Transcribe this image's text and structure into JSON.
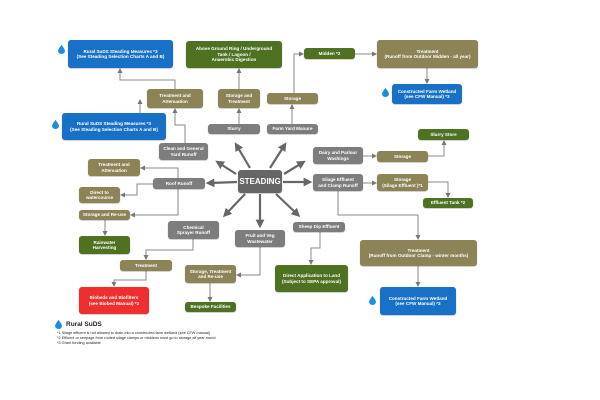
{
  "center": "STEADING",
  "nodes": {
    "suds_top": "Rural SuDS Steading Measures *3\n(See Steading Selection Charts A and B)",
    "above_ground": "Above Ground Ring / Underground\nTank / Lagoon /\nAnaerobic Digestion",
    "midden": "Midden *2",
    "treatment_midden": "Treatment\n(Runoff from Outdoor Midden - all year)",
    "cfw_top": "Constructed Farm Wetland\n(see CFW Manual) *3",
    "treat_att_top": "Treatment and\nAttenuation",
    "storage_treatment": "Storage and\nTreatment",
    "storage_fym": "Storage",
    "slurry": "Slurry",
    "fym": "Farm Yard Manure",
    "suds_mid": "Rural SuDS Steading Measures *3\n(See Steading Selection Charts A and B)",
    "clean_yard": "Clean and General\nYard Runoff",
    "dairy": "Dairy and Parlour\nWashings",
    "storage_dairy": "Storage",
    "slurry_store": "Slurry Store",
    "treat_att_left": "Treatment and\nAttenuation",
    "roof": "Roof Runoff",
    "silage": "Silage Effluent\nand Clamp Runoff",
    "storage_silage": "Storage\n(Silage Effluent )*1",
    "effluent_tank": "Effluent Tank *2",
    "direct_water": "Direct to\nwatercourse",
    "storage_reuse": "Storage and Re-use",
    "chemical": "Chemical\nSprayer Runoff",
    "fruit": "Fruit and Veg\nWastewater",
    "sheep": "Sheep Dip Effluent",
    "rainwater": "Rainwater\nHarvesting",
    "treatment_clamp": "Treatment\n(Runoff  from Outdoor Clamp - winter months)",
    "treatment_chem": "Treatment",
    "str": "Storage, Treatment\nand Re-use",
    "direct_land": "Direct Application to Land\n(Subject to SEPA approval)",
    "biobeds": "Biobeds and Biofilters\n(see Biobed Manual) *3",
    "bespoke": "Bespoke Facilities",
    "cfw_bottom": "Constructed Farm Wetland\n(see CFW Manual) *3"
  },
  "legend": {
    "title": "Rural SuDS",
    "notes": [
      "*1 Silage effluent is not allowed to drain into a constructed farm wetland (see CFW manual)",
      "*2 Effluent or seepage from roofed silage clamps or middens must go to storage all year round",
      "*3 Grant funding available"
    ]
  },
  "colors": {
    "blue": "#1871c6",
    "green": "#4e7222",
    "olive": "#8c8357",
    "gray": "#7d7d7d",
    "red": "#ef2f2f",
    "drop": "#1a8fe0"
  }
}
